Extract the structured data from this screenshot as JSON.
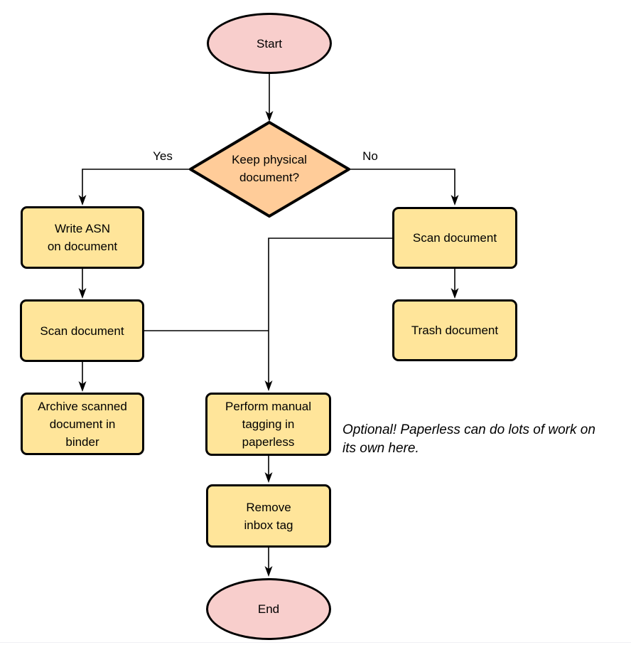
{
  "flowchart": {
    "nodes": {
      "start": {
        "label": "Start"
      },
      "decision": {
        "lines": [
          "Keep physical",
          "document?"
        ]
      },
      "write_asn": {
        "lines": [
          "Write ASN",
          "on document"
        ]
      },
      "scan_left": {
        "label": "Scan document"
      },
      "archive": {
        "lines": [
          "Archive scanned",
          "document in",
          "binder"
        ]
      },
      "scan_right": {
        "label": "Scan document"
      },
      "trash": {
        "label": "Trash document"
      },
      "tagging": {
        "lines": [
          "Perform manual",
          "tagging in",
          "paperless"
        ]
      },
      "remove_inbox": {
        "lines": [
          "Remove",
          "inbox tag"
        ]
      },
      "end": {
        "label": "End"
      }
    },
    "edge_labels": {
      "yes": "Yes",
      "no": "No"
    },
    "note": {
      "lines": [
        "Optional! Paperless can do lots of work on",
        "its own here."
      ]
    },
    "colors": {
      "terminator_fill": "#f8cecc",
      "decision_fill": "#ffcc99",
      "process_fill": "#ffe59a",
      "stroke": "#000000"
    }
  }
}
